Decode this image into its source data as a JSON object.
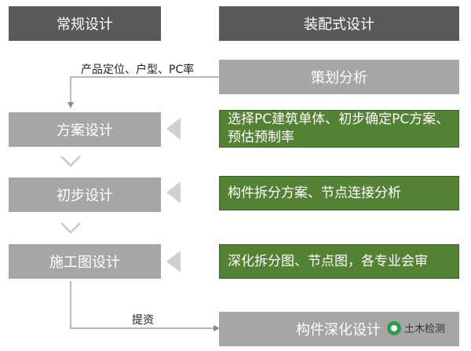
{
  "headers": {
    "left": "常规设计",
    "right": "装配式设计"
  },
  "left_column": [
    {
      "id": "scheme",
      "label": "方案设计"
    },
    {
      "id": "preliminary",
      "label": "初步设计"
    },
    {
      "id": "construction",
      "label": "施工图设计"
    }
  ],
  "right_column": {
    "planning": "策划分析",
    "scheme_detail": "选择PC建筑单体、初步确定PC方案、预估预制率",
    "preliminary_detail": "构件拆分方案、节点连接分析",
    "construction_detail": "深化拆分图、节点图，各专业会审",
    "component": "构件深化设计"
  },
  "connector_labels": {
    "top": "产品定位、户型、PC率",
    "bottom": "提资"
  },
  "watermark": "土木检测",
  "colors": {
    "dark": "#595959",
    "gray": "#a6a6a6",
    "green": "#548235"
  }
}
